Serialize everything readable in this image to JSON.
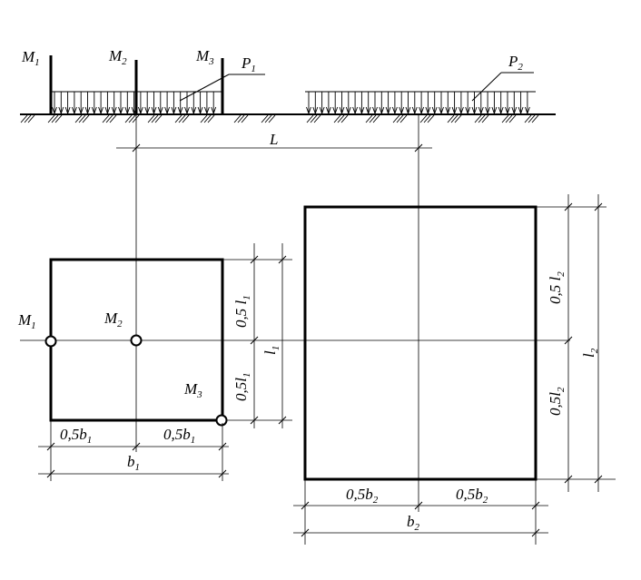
{
  "loads": {
    "m1": {
      "base": "M",
      "sub": "1"
    },
    "m2": {
      "base": "M",
      "sub": "2"
    },
    "m3": {
      "base": "M",
      "sub": "3"
    },
    "p1": {
      "base": "P",
      "sub": "1"
    },
    "p2": {
      "base": "P",
      "sub": "2"
    },
    "distance": "L"
  },
  "plan1": {
    "m1": {
      "base": "M",
      "sub": "1"
    },
    "m2": {
      "base": "M",
      "sub": "2"
    },
    "m3": {
      "base": "M",
      "sub": "3"
    },
    "half_b_left": {
      "pre": "0,5",
      "base": "b",
      "sub": "1"
    },
    "half_b_right": {
      "pre": "0,5",
      "base": "b",
      "sub": "1"
    },
    "b_total": {
      "base": "b",
      "sub": "1"
    },
    "half_l_top": {
      "pre": "0,5 ",
      "base": "l",
      "sub": "1"
    },
    "half_l_bottom": {
      "pre": "0,5",
      "base": "l",
      "sub": "1"
    },
    "l_total": {
      "base": "l",
      "sub": "1"
    }
  },
  "plan2": {
    "half_b_left": {
      "pre": "0,5",
      "base": "b",
      "sub": "2"
    },
    "half_b_right": {
      "pre": "0,5",
      "base": "b",
      "sub": "2"
    },
    "b_total": {
      "base": "b",
      "sub": "2"
    },
    "half_l_top": {
      "pre": "0,5 ",
      "base": "l",
      "sub": "2"
    },
    "half_l_bottom": {
      "pre": "0,5",
      "base": "l",
      "sub": "2"
    },
    "l_total": {
      "base": "l",
      "sub": "2"
    }
  }
}
